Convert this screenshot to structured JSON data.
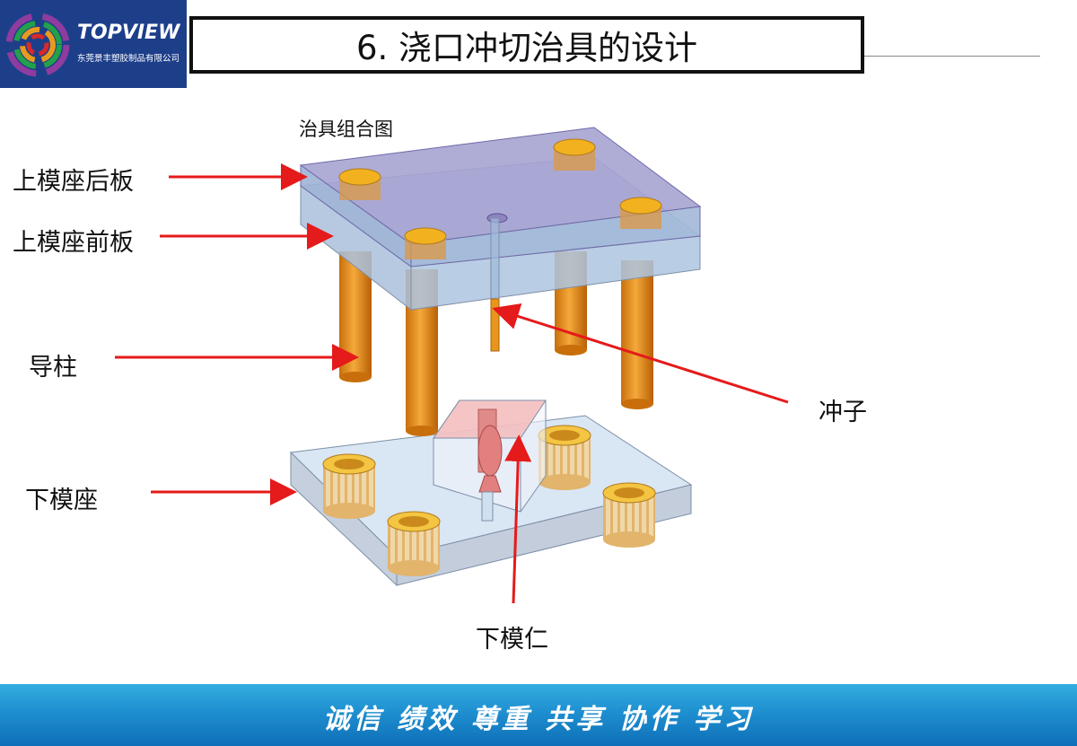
{
  "logo": {
    "brand": "TOPVIEW",
    "company": "东莞景丰塑胶制品有限公司"
  },
  "title": "6. 浇口冲切治具的设计",
  "caption": "治具组合图",
  "labels": {
    "upper_back_plate": "上模座后板",
    "upper_front_plate": "上模座前板",
    "guide_pillar": "导柱",
    "punch": "冲子",
    "lower_base": "下模座",
    "lower_insert": "下模仁"
  },
  "footer": "诚信 绩效 尊重 共享 协作 学习",
  "colors": {
    "arrow": "#e51a1a",
    "pillar": "#e8951c",
    "plate_top": "#9a93c6",
    "plate_blue": "#bcd3ec",
    "logo_bg": "#1d3f8a"
  }
}
